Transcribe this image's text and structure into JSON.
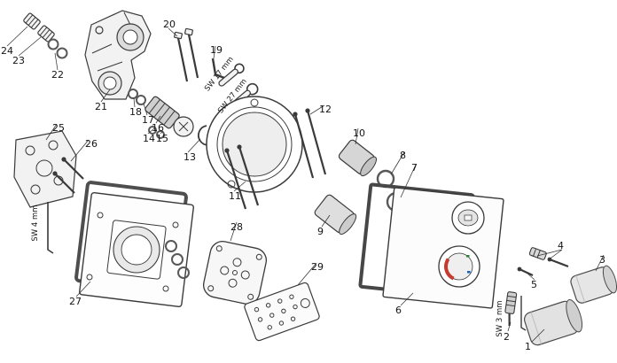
{
  "diagram": {
    "kind": "exploded-parts-diagram",
    "subject": "thermostatic concealed shower mixer exploded view",
    "background_color": "#ffffff",
    "line_color": "#3a3a3a",
    "accent_colors": {
      "dial_red": "#c63a2f",
      "dial_green": "#2e7d32",
      "dial_blue": "#1565c0"
    },
    "callouts": [
      "1",
      "2",
      "3",
      "4",
      "5",
      "6",
      "7",
      "8",
      "9",
      "10",
      "11",
      "12",
      "13",
      "14",
      "15",
      "16",
      "17",
      "18",
      "19",
      "20",
      "21",
      "22",
      "23",
      "24",
      "25",
      "26",
      "27",
      "28",
      "29"
    ],
    "tool_labels": {
      "sw3": "SW 3 mm",
      "sw4": "SW 4 mm",
      "sw17": "SW 17 mm",
      "sw27": "SW 27 mm"
    }
  }
}
